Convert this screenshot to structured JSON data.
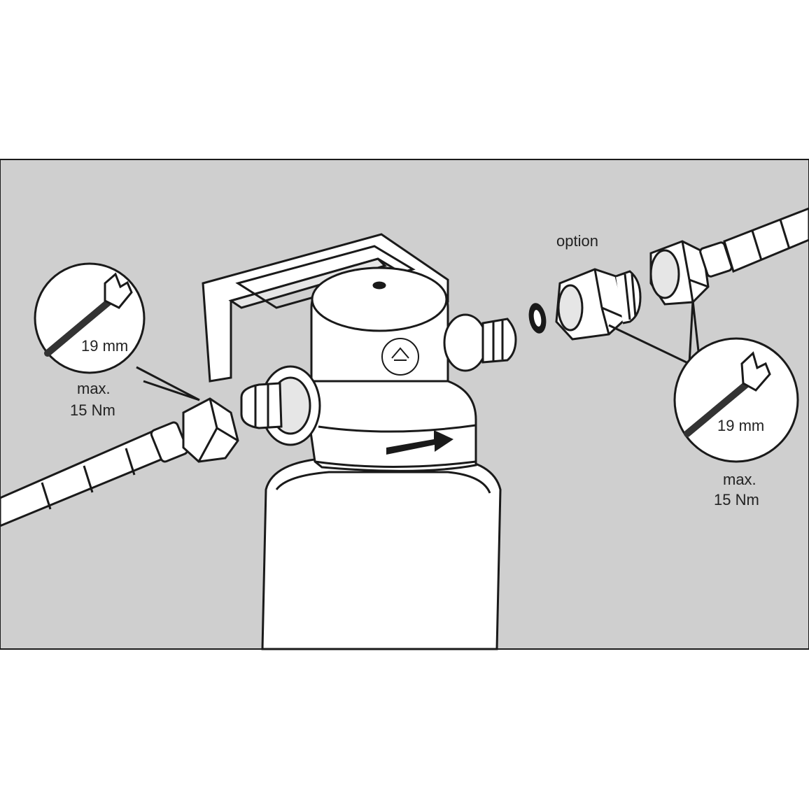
{
  "colors": {
    "wall": "#cfcfcf",
    "line": "#1a1a1a",
    "part_fill": "#ffffff",
    "shade": "#e6e6e6",
    "dark": "#333333"
  },
  "labels": {
    "option": "option",
    "left_wrench_size": "19 mm",
    "left_torque_line1": "max.",
    "left_torque_line2": "15 Nm",
    "right_wrench_size": "19 mm",
    "right_torque_line1": "max.",
    "right_torque_line2": "15 Nm"
  }
}
